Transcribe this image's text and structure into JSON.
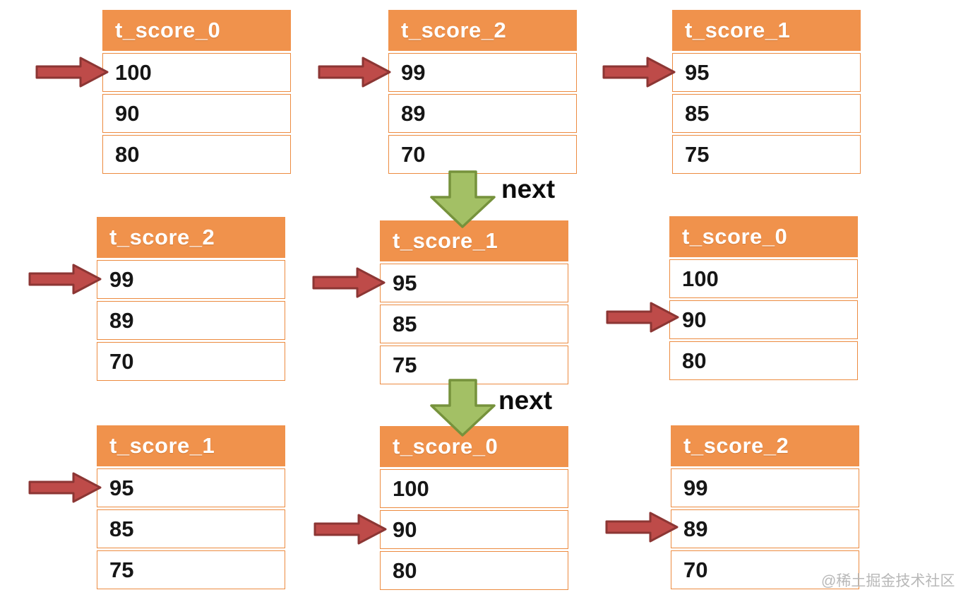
{
  "colors": {
    "orange": "#F0924C",
    "orange-border": "#EC8B40",
    "red-arrow-fill": "#BE4B49",
    "red-arrow-stroke": "#8C3634",
    "green-arrow-fill": "#A3C065",
    "green-arrow-stroke": "#76923C"
  },
  "tables": [
    {
      "name": "t_score_0",
      "rows": [
        "100",
        "90",
        "80"
      ],
      "pointed_row_index": 0,
      "pointed_value": "100"
    },
    {
      "name": "t_score_2",
      "rows": [
        "99",
        "89",
        "70"
      ],
      "pointed_row_index": 0,
      "pointed_value": "99"
    },
    {
      "name": "t_score_1",
      "rows": [
        "95",
        "85",
        "75"
      ],
      "pointed_row_index": 0,
      "pointed_value": "95"
    },
    {
      "name": "t_score_2",
      "rows": [
        "99",
        "89",
        "70"
      ],
      "pointed_row_index": 0,
      "pointed_value": "99"
    },
    {
      "name": "t_score_1",
      "rows": [
        "95",
        "85",
        "75"
      ],
      "pointed_row_index": 0,
      "pointed_value": "95"
    },
    {
      "name": "t_score_0",
      "rows": [
        "100",
        "90",
        "80"
      ],
      "pointed_row_index": 1,
      "pointed_value": "90"
    },
    {
      "name": "t_score_1",
      "rows": [
        "95",
        "85",
        "75"
      ],
      "pointed_row_index": 0,
      "pointed_value": "95"
    },
    {
      "name": "t_score_0",
      "rows": [
        "100",
        "90",
        "80"
      ],
      "pointed_row_index": 1,
      "pointed_value": "90"
    },
    {
      "name": "t_score_2",
      "rows": [
        "99",
        "89",
        "70"
      ],
      "pointed_row_index": 1,
      "pointed_value": "89"
    }
  ],
  "next_arrows": [
    {
      "label": "next"
    },
    {
      "label": "next"
    }
  ],
  "watermark": "@稀土掘金技术社区"
}
